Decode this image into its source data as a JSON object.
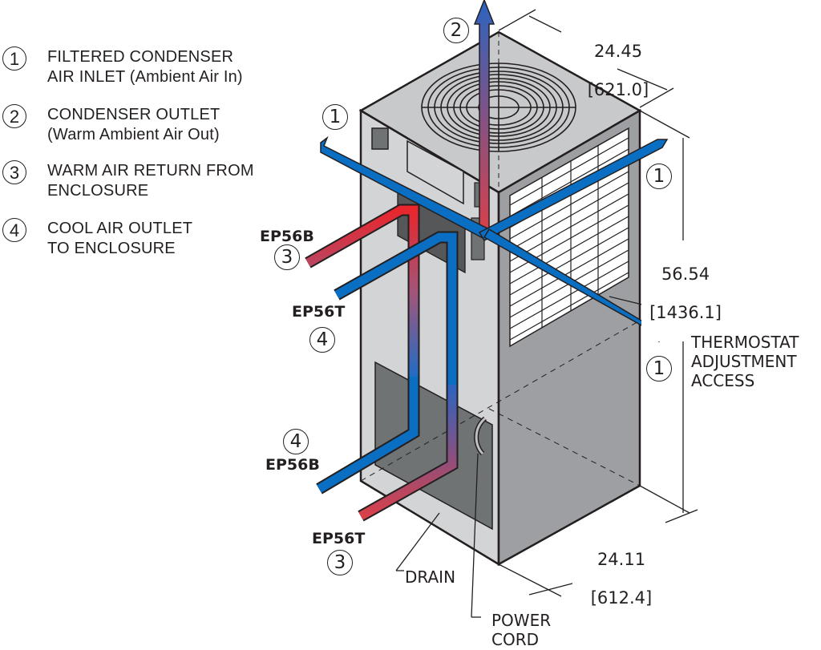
{
  "legend": [
    {
      "num": "1",
      "text": "FILTERED CONDENSER\nAIR INLET (Ambient Air In)"
    },
    {
      "num": "2",
      "text": "CONDENSER OUTLET\n(Warm Ambient Air Out)"
    },
    {
      "num": "3",
      "text": "WARM AIR RETURN FROM\nENCLOSURE"
    },
    {
      "num": "4",
      "text": "COOL AIR OUTLET\nTO ENCLOSURE"
    }
  ],
  "callouts": {
    "top_outlet": "2",
    "left_inlet": "1",
    "right_inlet_top": "1",
    "right_inlet_bottom": "1",
    "ep56b_upper_num": "3",
    "ep56b_upper_model": "EP56B",
    "ep56t_upper_num": "4",
    "ep56t_upper_model": "EP56T",
    "ep56b_lower_num": "4",
    "ep56b_lower_model": "EP56B",
    "ep56t_lower_num": "3",
    "ep56t_lower_model": "EP56T"
  },
  "dimensions": {
    "depth_top": {
      "inches": "24.45",
      "mm": "[621.0]"
    },
    "height": {
      "inches": "56.54",
      "mm": "[1436.1]"
    },
    "width_bottom": {
      "inches": "24.11",
      "mm": "[612.4]"
    }
  },
  "annotations": {
    "thermostat": "THERMOSTAT\nADJUSTMENT\nACCESS",
    "drain": "DRAIN",
    "power_cord": "POWER\nCORD"
  },
  "colors": {
    "warm_air": "#e8262d",
    "cool_air": "#0a6fc2",
    "panel_light": "#d3d4d6",
    "panel_dark": "#9d9fa2",
    "panel_window": "#6f7374",
    "outline": "#231f20"
  }
}
